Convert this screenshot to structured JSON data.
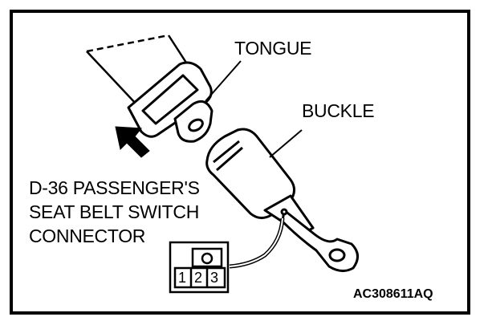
{
  "labels": {
    "tongue": "TONGUE",
    "buckle": "BUCKLE",
    "connector_line1": "D-36 PASSENGER'S",
    "connector_line2": "SEAT BELT SWITCH",
    "connector_line3": "CONNECTOR"
  },
  "connector_pins": [
    "1",
    "2",
    "3"
  ],
  "figure_code": "AC308611AQ"
}
